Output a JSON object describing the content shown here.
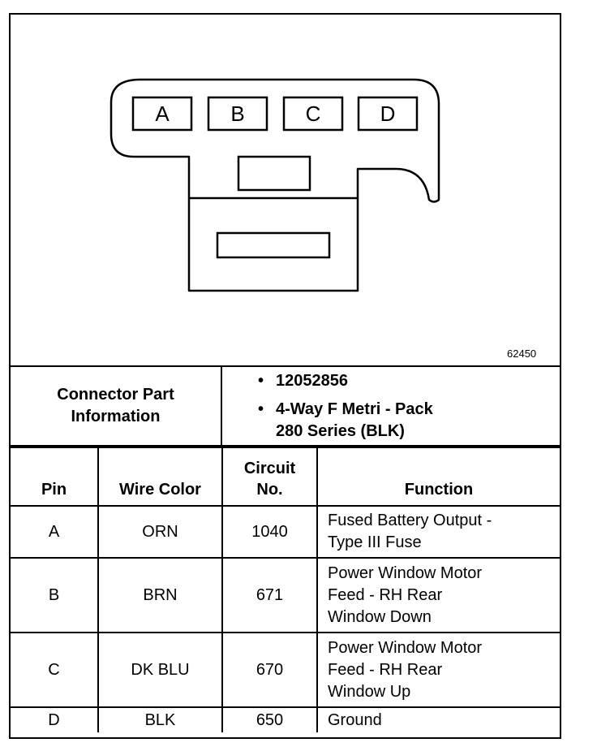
{
  "figure": {
    "pins": [
      "A",
      "B",
      "C",
      "D"
    ],
    "figure_id": "62450"
  },
  "connector_info": {
    "label_line1": "Connector Part",
    "label_line2": "Information",
    "items": [
      "12052856",
      "4-Way F Metri - Pack",
      "280 Series (BLK)"
    ]
  },
  "table": {
    "headers": {
      "pin": "Pin",
      "wire_color": "Wire Color",
      "circuit_line1": "Circuit",
      "circuit_line2": "No.",
      "function": "Function"
    },
    "rows": [
      {
        "pin": "A",
        "wire_color": "ORN",
        "circuit": "1040",
        "function_lines": [
          "Fused Battery Output -",
          "Type III Fuse"
        ]
      },
      {
        "pin": "B",
        "wire_color": "BRN",
        "circuit": "671",
        "function_lines": [
          "Power Window Motor",
          "Feed - RH Rear",
          "Window Down"
        ]
      },
      {
        "pin": "C",
        "wire_color": "DK BLU",
        "circuit": "670",
        "function_lines": [
          "Power Window Motor",
          "Feed - RH Rear",
          "Window Up"
        ]
      },
      {
        "pin": "D",
        "wire_color": "BLK",
        "circuit": "650",
        "function_lines": [
          "Ground"
        ]
      }
    ]
  }
}
